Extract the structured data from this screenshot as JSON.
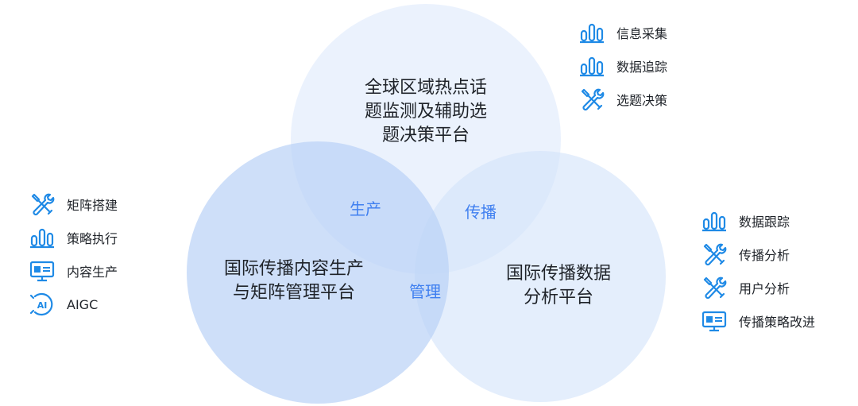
{
  "colors": {
    "icon_blue": "#1f8ae6",
    "label_blue": "#3f7ff0"
  },
  "circles": {
    "top": {
      "lines": [
        "全球区域热点话",
        "题监测及辅助选",
        "题决策平台"
      ]
    },
    "left": {
      "lines": [
        "国际传播内容生产",
        "与矩阵管理平台"
      ]
    },
    "right": {
      "lines": [
        "国际传播数据",
        "分析平台"
      ]
    }
  },
  "overlaps": {
    "production": "生产",
    "propagation": "传播",
    "management": "管理"
  },
  "legends": {
    "top_right": [
      {
        "icon": "bar-chart-icon",
        "label": "信息采集"
      },
      {
        "icon": "bar-chart-icon",
        "label": "数据追踪"
      },
      {
        "icon": "tools-icon",
        "label": "选题决策"
      }
    ],
    "left": [
      {
        "icon": "tools-icon",
        "label": "矩阵搭建"
      },
      {
        "icon": "bar-chart-icon",
        "label": "策略执行"
      },
      {
        "icon": "monitor-icon",
        "label": "内容生产"
      },
      {
        "icon": "ai-icon",
        "label": "AIGC"
      }
    ],
    "right": [
      {
        "icon": "bar-chart-icon",
        "label": "数据跟踪"
      },
      {
        "icon": "tools-icon",
        "label": "传播分析"
      },
      {
        "icon": "tools-icon",
        "label": "用户分析"
      },
      {
        "icon": "monitor-icon",
        "label": "传播策略改进"
      }
    ]
  }
}
